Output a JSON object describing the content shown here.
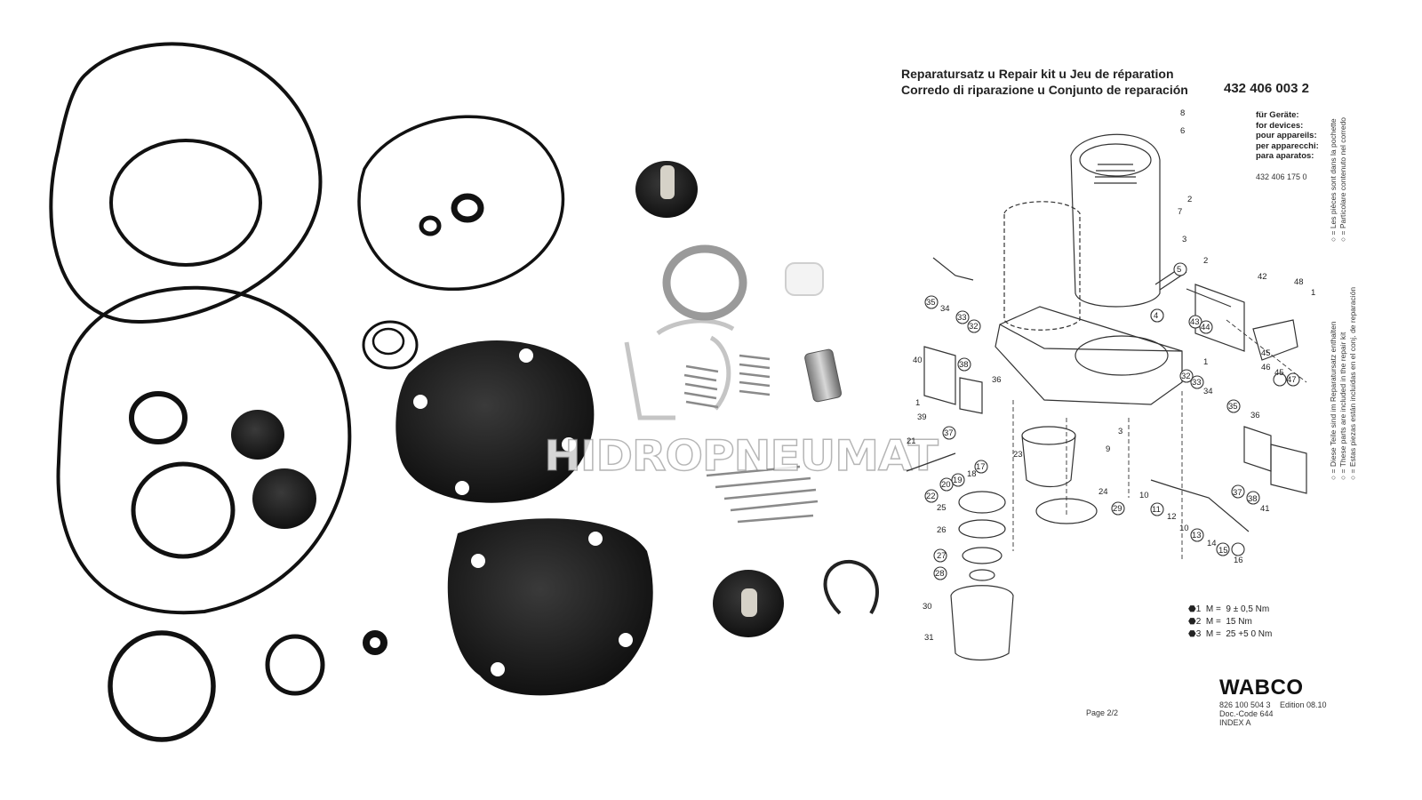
{
  "sheet": {
    "title_line1": "Reparatursatz u Repair kit u Jeu de réparation",
    "title_line2": "Corredo di riparazione u Conjunto de reparación",
    "part_number": "432 406 003 2",
    "devices_labels": [
      "für Geräte:",
      "for devices:",
      "pour appareils:",
      "per apparecchi:",
      "para aparatos:"
    ],
    "device_number": "432 406 175 0",
    "note_circle_lines": [
      "○ = Les pièces sont dans la pochette",
      "○ = Particolare contenuto nel corredo"
    ],
    "note_included_lines": [
      "○ = Diese Teile sind im Reparatursatz enthalten",
      "○ = These parts are included in the repair kit",
      "○ = Estas piezas están incluidas en el conj. de reparación"
    ],
    "torque": [
      {
        "ref": "1",
        "label": "M =",
        "value": "9 ± 0,5 Nm"
      },
      {
        "ref": "2",
        "label": "M =",
        "value": "15 Nm"
      },
      {
        "ref": "3",
        "label": "M =",
        "value": "25 +5 0 Nm"
      }
    ],
    "brand": "WABCO",
    "footer_doc": "826 100 504 3",
    "footer_code": "Doc.-Code 644",
    "footer_index": "INDEX A",
    "edition": "Edition 08.10",
    "page": "Page 2/2",
    "callouts": [
      "8",
      "6",
      "2",
      "7",
      "3",
      "5",
      "2",
      "42",
      "48",
      "1",
      "35",
      "34",
      "33",
      "32",
      "4",
      "43",
      "44",
      "45",
      "46",
      "45",
      "47",
      "40",
      "38",
      "36",
      "1",
      "1",
      "32",
      "33",
      "34",
      "35",
      "36",
      "39",
      "21",
      "37",
      "17",
      "9",
      "3",
      "23",
      "22",
      "20",
      "19",
      "18",
      "24",
      "29",
      "25",
      "26",
      "27",
      "28",
      "30",
      "31",
      "10",
      "11",
      "12",
      "10",
      "13",
      "14",
      "15",
      "16",
      "37",
      "38",
      "41"
    ]
  },
  "photo": {
    "watermark_text": "HIDROPNEUMAT"
  }
}
